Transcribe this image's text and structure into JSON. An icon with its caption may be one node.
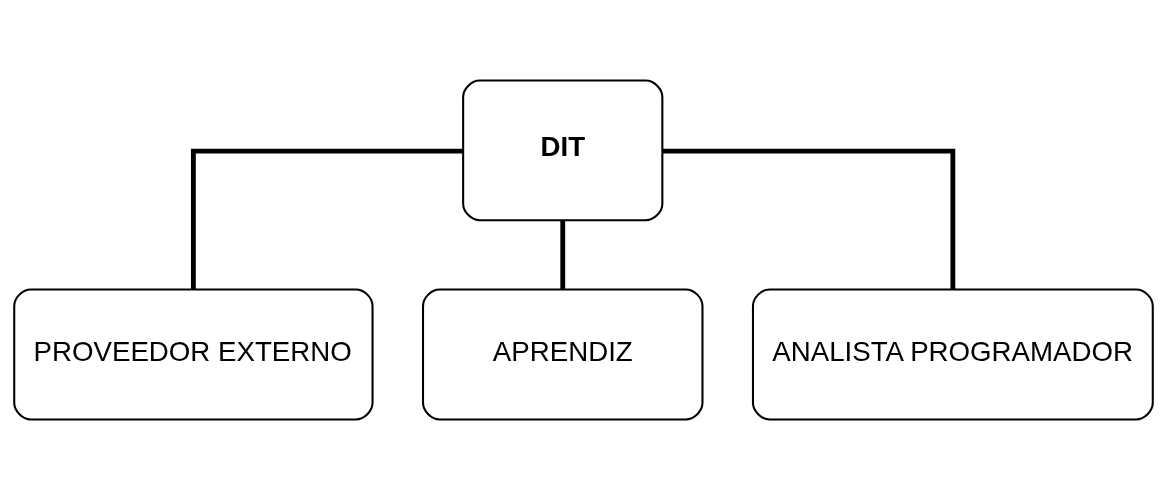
{
  "diagram": {
    "nodes": [
      {
        "text": [
          "DIT"
        ]
      },
      {
        "text": [
          "PROVEEDOR EXTERNO"
        ]
      },
      {
        "text": [
          "APRENDIZ"
        ]
      },
      {
        "text": [
          "ANALISTA PROGRAMADOR"
        ]
      }
    ],
    "edges": [
      {
        "from": 0,
        "to": 1,
        "arrow": "none"
      },
      {
        "from": 0,
        "to": 2,
        "arrow": "none"
      },
      {
        "from": 0,
        "to": 3,
        "arrow": "none"
      }
    ]
  }
}
